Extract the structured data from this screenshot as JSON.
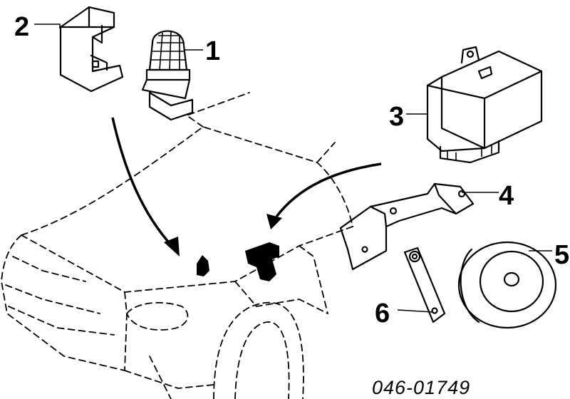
{
  "callouts": {
    "c1": "1",
    "c2": "2",
    "c3": "3",
    "c4": "4",
    "c5": "5",
    "c6": "6"
  },
  "part_number": "046-01749"
}
